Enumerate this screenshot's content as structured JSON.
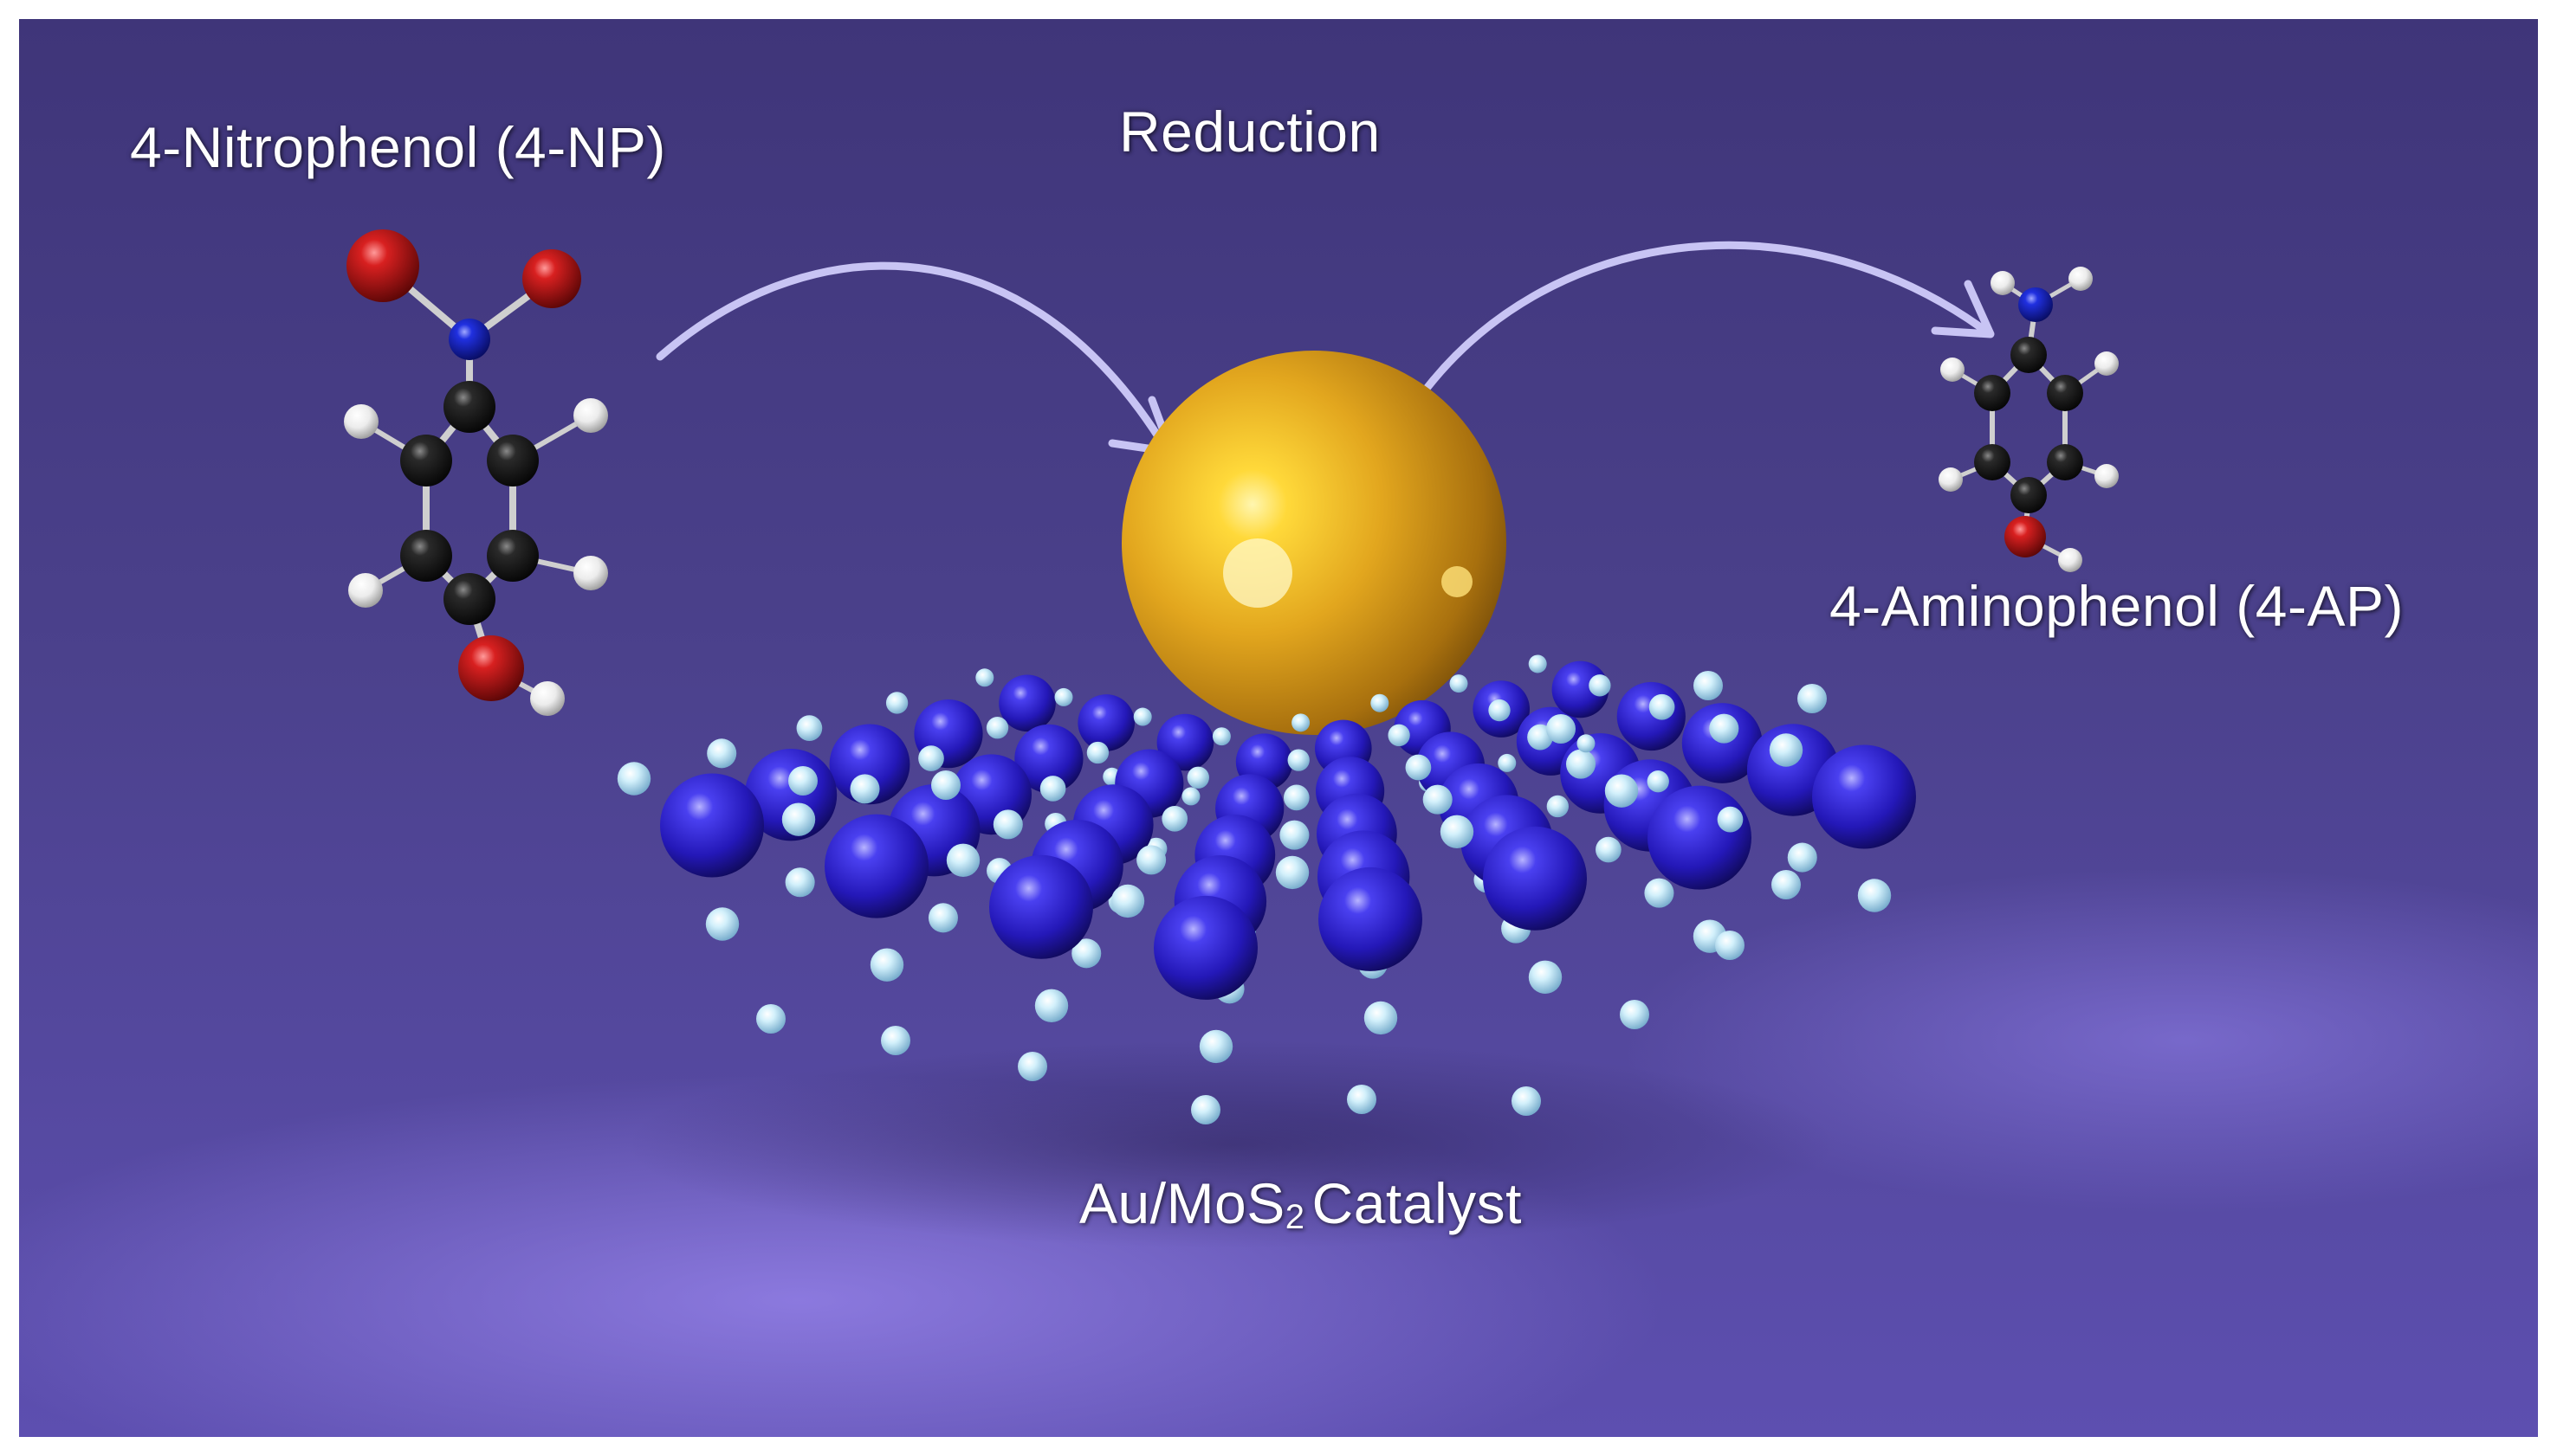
{
  "labels": {
    "reactant": "4-Nitrophenol (4-NP)",
    "reaction": "Reduction",
    "product": "4-Aminophenol (4-AP)",
    "catalyst_prefix": "Au/MoS",
    "catalyst_subscript": "2",
    "catalyst_suffix": "Catalyst"
  },
  "colors": {
    "background": "#4a3f86",
    "arrow": "#c8c4f4",
    "gold": "#e0a020",
    "molybdenum": "#2a20c8",
    "sulfur": "#b8e4f4",
    "carbon": "#151515",
    "oxygen": "#cc1818",
    "nitrogen": "#1e2ad0",
    "hydrogen": "#f2f2f2"
  }
}
